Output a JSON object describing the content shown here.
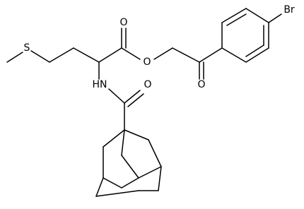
{
  "structure": {
    "atom_labels": {
      "sulfur": "S",
      "ester_oxygen": "O",
      "ester_carbonyl_oxygen": "O",
      "amide_nitrogen": "HN",
      "amide_carbonyl_oxygen": "O",
      "ketone_oxygen": "O",
      "bromine": "Br"
    },
    "colors": {
      "bond": "#000000",
      "label": "#000000",
      "background": "#ffffff"
    }
  }
}
